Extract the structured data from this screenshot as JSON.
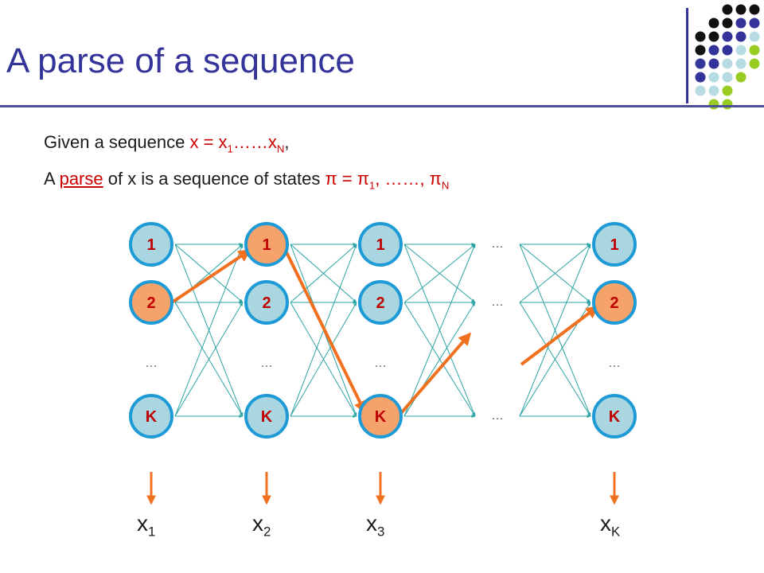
{
  "title": "A parse of a sequence",
  "text": {
    "line1_prefix": "Given a sequence ",
    "line1_x": "x = x",
    "line1_sub1": "1",
    "line1_dots": "……x",
    "line1_subN": "N",
    "line1_suffix": ",",
    "line2_a": "A ",
    "line2_parse": "parse",
    "line2_b": " of x is a sequence of states ",
    "line2_pi": "π = π",
    "line2_sub1": "1",
    "line2_mid": ", ……, π",
    "line2_subN": "N"
  },
  "diagram": {
    "columns": [
      {
        "nodes": [
          "1",
          "2",
          "…",
          "K"
        ],
        "highlight": "2"
      },
      {
        "nodes": [
          "1",
          "2",
          "…",
          "K"
        ],
        "highlight": "1"
      },
      {
        "nodes": [
          "1",
          "2",
          "…",
          "K"
        ],
        "highlight": "K"
      },
      {
        "nodes": [
          "…",
          "…",
          "",
          "…"
        ],
        "highlight": ""
      },
      {
        "nodes": [
          "1",
          "2",
          "…",
          "K"
        ],
        "highlight": "2"
      }
    ],
    "observations": [
      {
        "base": "x",
        "sub": "1"
      },
      {
        "base": "x",
        "sub": "2"
      },
      {
        "base": "x",
        "sub": "3"
      },
      {
        "base": "x",
        "sub": "K"
      }
    ],
    "colors": {
      "node_fill": "#a9d6e0",
      "node_highlight_fill": "#f6a26b",
      "node_stroke": "#1e9ad6",
      "edge": "#2aa3a3",
      "path": "#f07020",
      "dot_black": "#111111",
      "dot_navy": "#333399",
      "dot_light": "#b7dbe3",
      "dot_green": "#99cc22"
    }
  }
}
